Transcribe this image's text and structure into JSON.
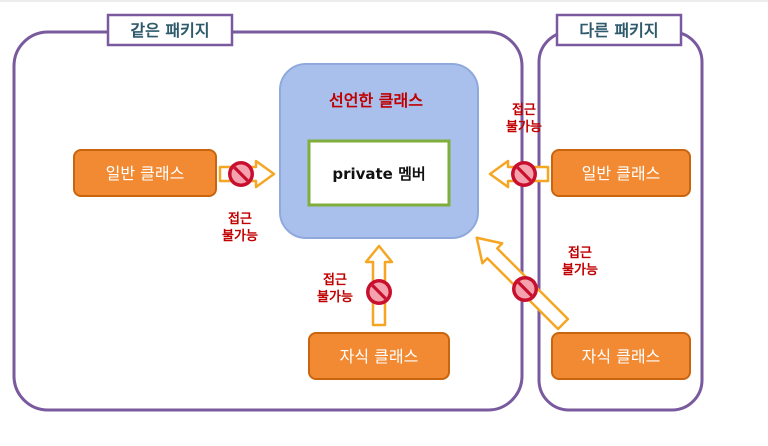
{
  "packages": {
    "same": {
      "label": "같은 패키지"
    },
    "other": {
      "label": "다른 패키지"
    }
  },
  "declared_class": {
    "title": "선언한 클래스",
    "member": "private 멤버"
  },
  "classes": {
    "same_general": "일반 클래스",
    "same_child": "자식 클래스",
    "other_general": "일반 클래스",
    "other_child": "자식 클래스"
  },
  "access": {
    "no_access_line1": "접근",
    "no_access_line2": "불가능"
  },
  "colors": {
    "package_border": "#7a5a9e",
    "label_text": "#2e5a6b",
    "declared_fill": "#a9c0ec",
    "declared_border": "#8fa9dd",
    "declared_title": "#c00000",
    "member_border": "#7fae3c",
    "class_fill": "#f28a33",
    "class_border": "#c9650f",
    "arrow_fill": "#ffffff",
    "arrow_stroke": "#f5a623",
    "deny_red": "#c8102e",
    "deny_text": "#c00000"
  },
  "icons": {
    "deny": "no-entry-icon"
  }
}
